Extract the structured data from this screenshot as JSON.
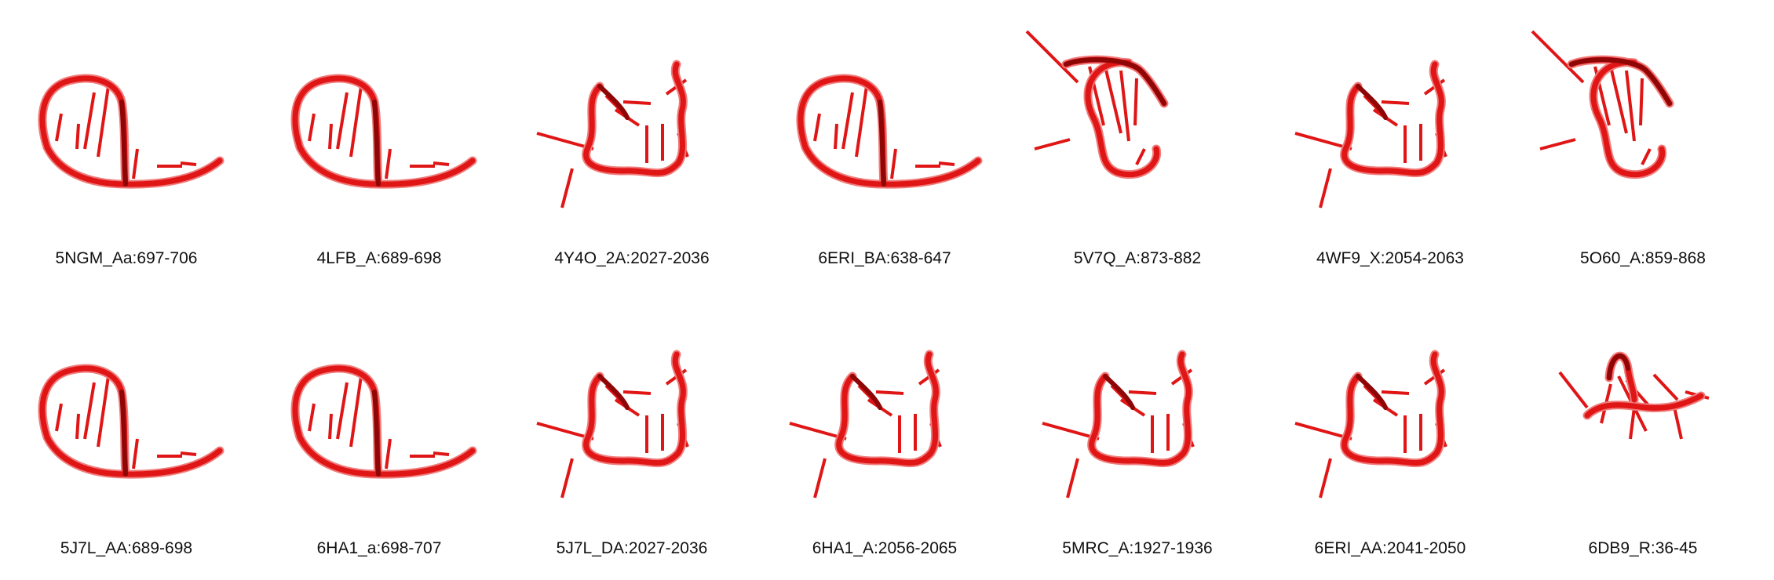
{
  "figure": {
    "colors": {
      "strand": "#e01515",
      "strand_dark": "#8e0606",
      "strand_light": "#f07b7b",
      "background": "#ffffff"
    },
    "rows": [
      [
        {
          "label": "5NGM_Aa:697-706",
          "shape": "loop"
        },
        {
          "label": "4LFB_A:689-698",
          "shape": "loop"
        },
        {
          "label": "4Y4O_2A:2027-2036",
          "shape": "wave"
        },
        {
          "label": "6ERI_BA:638-647",
          "shape": "loop"
        },
        {
          "label": "5V7Q_A:873-882",
          "shape": "knot"
        },
        {
          "label": "4WF9_X:2054-2063",
          "shape": "wave"
        },
        {
          "label": "5O60_A:859-868",
          "shape": "knot"
        }
      ],
      [
        {
          "label": "5J7L_AA:689-698",
          "shape": "loop"
        },
        {
          "label": "6HA1_a:698-707",
          "shape": "loop"
        },
        {
          "label": "5J7L_DA:2027-2036",
          "shape": "wave"
        },
        {
          "label": "6HA1_A:2056-2065",
          "shape": "wave"
        },
        {
          "label": "5MRC_A:1927-1936",
          "shape": "wave"
        },
        {
          "label": "6ERI_AA:2041-2050",
          "shape": "wave"
        },
        {
          "label": "6DB9_R:36-45",
          "shape": "twist"
        }
      ]
    ]
  }
}
